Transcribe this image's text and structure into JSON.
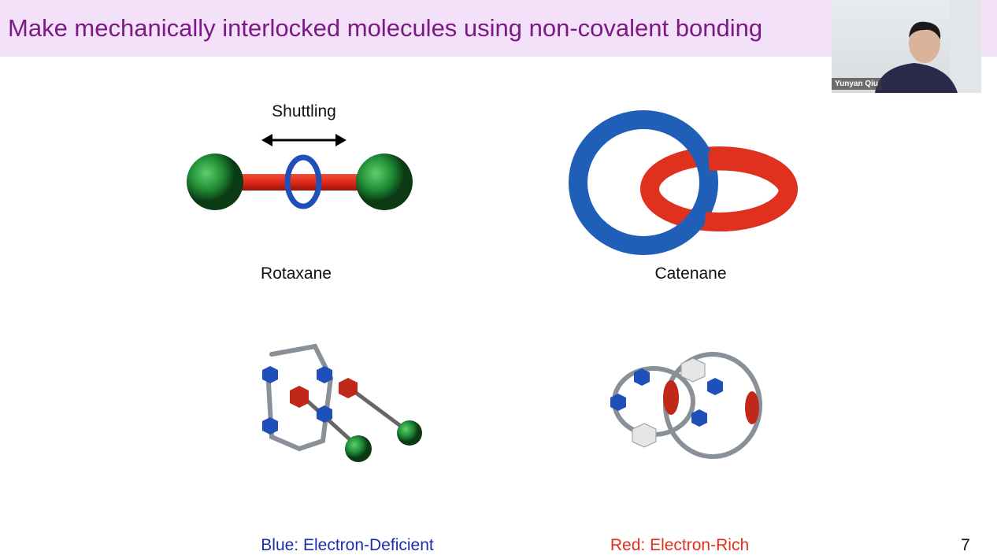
{
  "slide": {
    "title": "Make mechanically interlocked molecules using non-covalent bonding",
    "shuttling_label": "Shuttling",
    "rotaxane_label": "Rotaxane",
    "catenane_label": "Catenane",
    "legend_blue": "Blue: Electron-Deficient",
    "legend_red": "Red: Electron-Rich",
    "page_number": "7",
    "colors": {
      "title": "#7c1a84",
      "title_band": "#f3e1f9",
      "blue": "#1f3fb0",
      "red": "#e0301e",
      "green": "#1f8a3a"
    }
  },
  "video": {
    "participant_name": "Yunyan Qiu"
  }
}
